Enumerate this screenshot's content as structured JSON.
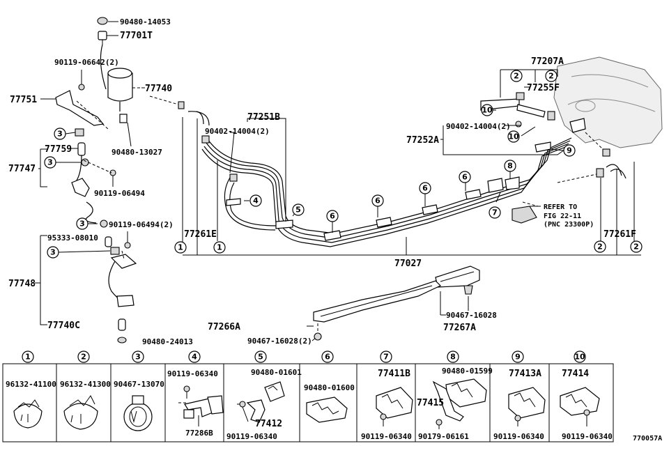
{
  "callouts": [
    {
      "id": "c_14053",
      "text": "90480-14053"
    },
    {
      "id": "c_77701T",
      "text": "77701T"
    },
    {
      "id": "c_06642",
      "text": "90119-06642(2)"
    },
    {
      "id": "c_77740",
      "text": "77740"
    },
    {
      "id": "c_77751",
      "text": "77751"
    },
    {
      "id": "c_13027",
      "text": "90480-13027"
    },
    {
      "id": "c_77759",
      "text": "77759"
    },
    {
      "id": "c_77747",
      "text": "77747"
    },
    {
      "id": "c_06494a",
      "text": "90119-06494"
    },
    {
      "id": "c_06494b",
      "text": "90119-06494(2)"
    },
    {
      "id": "c_95333",
      "text": "95333-08010"
    },
    {
      "id": "c_77748",
      "text": "77748"
    },
    {
      "id": "c_77740C",
      "text": "77740C"
    },
    {
      "id": "c_24013",
      "text": "90480-24013"
    },
    {
      "id": "c_77251B",
      "text": "77251B"
    },
    {
      "id": "c_14004a",
      "text": "90402-14004(2)"
    },
    {
      "id": "c_77261E",
      "text": "77261E"
    },
    {
      "id": "c_77027",
      "text": "77027"
    },
    {
      "id": "c_77207A",
      "text": "77207A"
    },
    {
      "id": "c_77255F",
      "text": "77255F"
    },
    {
      "id": "c_14004b",
      "text": "90402-14004(2)"
    },
    {
      "id": "c_77252A",
      "text": "77252A"
    },
    {
      "id": "c_77261F",
      "text": "77261F"
    },
    {
      "id": "c_16028a",
      "text": "90467-16028"
    },
    {
      "id": "c_77267A",
      "text": "77267A"
    },
    {
      "id": "c_77266A",
      "text": "77266A"
    },
    {
      "id": "c_16028b",
      "text": "90467-16028(2)"
    }
  ],
  "refer_note": {
    "line1": "REFER TO",
    "line2": "FIG 22-11",
    "line3": "(PNC 23300P)"
  },
  "circle_markers": [
    "1",
    "2",
    "3",
    "4",
    "5",
    "6",
    "7",
    "8",
    "9",
    "10"
  ],
  "legend": [
    {
      "num": "1",
      "parts": [
        "96132-41100"
      ]
    },
    {
      "num": "2",
      "parts": [
        "96132-41300"
      ]
    },
    {
      "num": "3",
      "parts": [
        "90467-13070"
      ]
    },
    {
      "num": "4",
      "parts": [
        "90119-06340",
        "77286B"
      ]
    },
    {
      "num": "5",
      "parts": [
        "90480-01601",
        "77412",
        "90119-06340"
      ]
    },
    {
      "num": "6",
      "parts": [
        "90480-01600"
      ]
    },
    {
      "num": "7",
      "parts": [
        "77411B",
        "90119-06340"
      ]
    },
    {
      "num": "8",
      "parts": [
        "90480-01599",
        "77415",
        "90179-06161"
      ]
    },
    {
      "num": "9",
      "parts": [
        "77413A",
        "90119-06340"
      ]
    },
    {
      "num": "10",
      "parts": [
        "77414",
        "90119-06340"
      ]
    }
  ],
  "figure_code": "770057A"
}
